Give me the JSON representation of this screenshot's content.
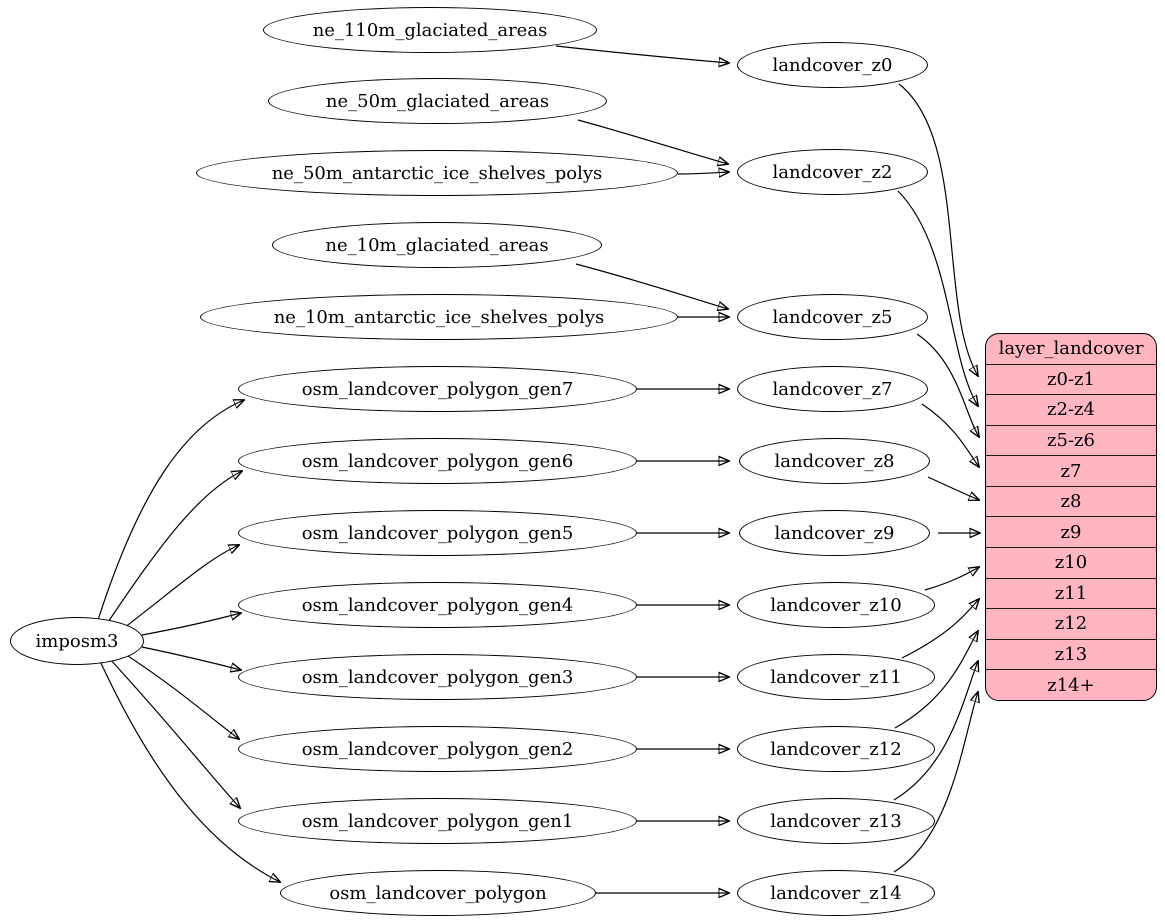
{
  "diagram_type": "graphviz-dependency-graph",
  "nodes": {
    "imposm3": "imposm3",
    "ne_110m_glaciated_areas": "ne_110m_glaciated_areas",
    "ne_50m_glaciated_areas": "ne_50m_glaciated_areas",
    "ne_50m_antarctic_ice_shelves_polys": "ne_50m_antarctic_ice_shelves_polys",
    "ne_10m_glaciated_areas": "ne_10m_glaciated_areas",
    "ne_10m_antarctic_ice_shelves_polys": "ne_10m_antarctic_ice_shelves_polys",
    "osm_landcover_polygon_gen7": "osm_landcover_polygon_gen7",
    "osm_landcover_polygon_gen6": "osm_landcover_polygon_gen6",
    "osm_landcover_polygon_gen5": "osm_landcover_polygon_gen5",
    "osm_landcover_polygon_gen4": "osm_landcover_polygon_gen4",
    "osm_landcover_polygon_gen3": "osm_landcover_polygon_gen3",
    "osm_landcover_polygon_gen2": "osm_landcover_polygon_gen2",
    "osm_landcover_polygon_gen1": "osm_landcover_polygon_gen1",
    "osm_landcover_polygon": "osm_landcover_polygon",
    "landcover_z0": "landcover_z0",
    "landcover_z2": "landcover_z2",
    "landcover_z5": "landcover_z5",
    "landcover_z7": "landcover_z7",
    "landcover_z8": "landcover_z8",
    "landcover_z9": "landcover_z9",
    "landcover_z10": "landcover_z10",
    "landcover_z11": "landcover_z11",
    "landcover_z12": "landcover_z12",
    "landcover_z13": "landcover_z13",
    "landcover_z14": "landcover_z14"
  },
  "record": {
    "title": "layer_landcover",
    "rows": [
      "z0-z1",
      "z2-z4",
      "z5-z6",
      "z7",
      "z8",
      "z9",
      "z10",
      "z11",
      "z12",
      "z13",
      "z14+"
    ]
  },
  "colors": {
    "record_fill": "#ffb6c1",
    "node_fill": "#ffffff",
    "edge_stroke": "#000000"
  },
  "edges": [
    {
      "from": "imposm3",
      "to": "osm_landcover_polygon_gen7"
    },
    {
      "from": "imposm3",
      "to": "osm_landcover_polygon_gen6"
    },
    {
      "from": "imposm3",
      "to": "osm_landcover_polygon_gen5"
    },
    {
      "from": "imposm3",
      "to": "osm_landcover_polygon_gen4"
    },
    {
      "from": "imposm3",
      "to": "osm_landcover_polygon_gen3"
    },
    {
      "from": "imposm3",
      "to": "osm_landcover_polygon_gen2"
    },
    {
      "from": "imposm3",
      "to": "osm_landcover_polygon_gen1"
    },
    {
      "from": "imposm3",
      "to": "osm_landcover_polygon"
    },
    {
      "from": "ne_110m_glaciated_areas",
      "to": "landcover_z0"
    },
    {
      "from": "ne_50m_glaciated_areas",
      "to": "landcover_z2"
    },
    {
      "from": "ne_50m_antarctic_ice_shelves_polys",
      "to": "landcover_z2"
    },
    {
      "from": "ne_10m_glaciated_areas",
      "to": "landcover_z5"
    },
    {
      "from": "ne_10m_antarctic_ice_shelves_polys",
      "to": "landcover_z5"
    },
    {
      "from": "osm_landcover_polygon_gen7",
      "to": "landcover_z7"
    },
    {
      "from": "osm_landcover_polygon_gen6",
      "to": "landcover_z8"
    },
    {
      "from": "osm_landcover_polygon_gen5",
      "to": "landcover_z9"
    },
    {
      "from": "osm_landcover_polygon_gen4",
      "to": "landcover_z10"
    },
    {
      "from": "osm_landcover_polygon_gen3",
      "to": "landcover_z11"
    },
    {
      "from": "osm_landcover_polygon_gen2",
      "to": "landcover_z12"
    },
    {
      "from": "osm_landcover_polygon_gen1",
      "to": "landcover_z13"
    },
    {
      "from": "osm_landcover_polygon",
      "to": "landcover_z14"
    },
    {
      "from": "landcover_z0",
      "to": "layer_landcover:z0-z1"
    },
    {
      "from": "landcover_z2",
      "to": "layer_landcover:z2-z4"
    },
    {
      "from": "landcover_z5",
      "to": "layer_landcover:z5-z6"
    },
    {
      "from": "landcover_z7",
      "to": "layer_landcover:z7"
    },
    {
      "from": "landcover_z8",
      "to": "layer_landcover:z8"
    },
    {
      "from": "landcover_z9",
      "to": "layer_landcover:z9"
    },
    {
      "from": "landcover_z10",
      "to": "layer_landcover:z10"
    },
    {
      "from": "landcover_z11",
      "to": "layer_landcover:z11"
    },
    {
      "from": "landcover_z12",
      "to": "layer_landcover:z12"
    },
    {
      "from": "landcover_z13",
      "to": "layer_landcover:z13"
    },
    {
      "from": "landcover_z14",
      "to": "layer_landcover:z14+"
    }
  ]
}
